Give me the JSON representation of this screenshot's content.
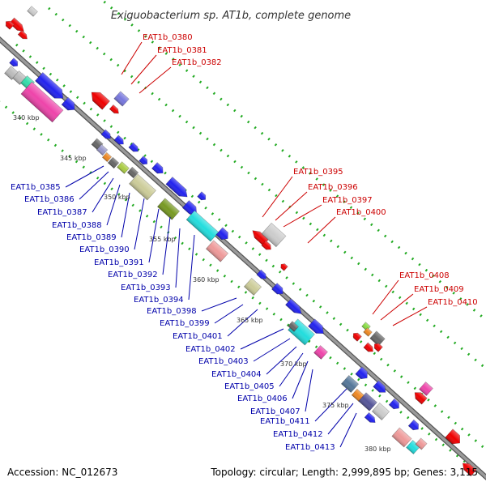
{
  "title": "Exiguobacterium sp. AT1b, complete genome",
  "footer": {
    "accession": "Accession: NC_012673",
    "summary": "Topology: circular; Length: 2,999,895 bp; Genes: 3,115"
  },
  "colors": {
    "backbone": "#888888",
    "forward_label": "#cc0000",
    "reverse_label": "#0000aa",
    "dots": "#22aa22"
  },
  "kbp_ticks": [
    "340 kbp",
    "345 kbp",
    "350 kbp",
    "355 kbp",
    "360 kbp",
    "365 kbp",
    "370 kbp",
    "375 kbp",
    "380 kbp"
  ],
  "top_labels": [
    {
      "id": "EAT1b_0380",
      "color": "#cc0000"
    },
    {
      "id": "EAT1b_0381",
      "color": "#cc0000"
    },
    {
      "id": "EAT1b_0382",
      "color": "#cc0000"
    },
    {
      "id": "EAT1b_0395",
      "color": "#cc0000"
    },
    {
      "id": "EAT1b_0396",
      "color": "#cc0000"
    },
    {
      "id": "EAT1b_0397",
      "color": "#cc0000"
    },
    {
      "id": "EAT1b_0400",
      "color": "#cc0000"
    },
    {
      "id": "EAT1b_0408",
      "color": "#cc0000"
    },
    {
      "id": "EAT1b_0409",
      "color": "#cc0000"
    },
    {
      "id": "EAT1b_0410",
      "color": "#cc0000"
    }
  ],
  "left_labels": [
    {
      "id": "EAT1b_0385",
      "color": "#0000aa"
    },
    {
      "id": "EAT1b_0386",
      "color": "#0000aa"
    },
    {
      "id": "EAT1b_0387",
      "color": "#0000aa"
    },
    {
      "id": "EAT1b_0388",
      "color": "#0000aa"
    },
    {
      "id": "EAT1b_0389",
      "color": "#0000aa"
    },
    {
      "id": "EAT1b_0390",
      "color": "#0000aa"
    },
    {
      "id": "EAT1b_0391",
      "color": "#0000aa"
    },
    {
      "id": "EAT1b_0392",
      "color": "#0000aa"
    },
    {
      "id": "EAT1b_0393",
      "color": "#0000aa"
    },
    {
      "id": "EAT1b_0394",
      "color": "#0000aa"
    },
    {
      "id": "EAT1b_0398",
      "color": "#0000aa"
    },
    {
      "id": "EAT1b_0399",
      "color": "#0000aa"
    },
    {
      "id": "EAT1b_0401",
      "color": "#0000aa"
    },
    {
      "id": "EAT1b_0402",
      "color": "#0000aa"
    },
    {
      "id": "EAT1b_0403",
      "color": "#0000aa"
    },
    {
      "id": "EAT1b_0404",
      "color": "#0000aa"
    },
    {
      "id": "EAT1b_0405",
      "color": "#0000aa"
    },
    {
      "id": "EAT1b_0406",
      "color": "#0000aa"
    },
    {
      "id": "EAT1b_0407",
      "color": "#0000aa"
    },
    {
      "id": "EAT1b_0411",
      "color": "#0000aa"
    },
    {
      "id": "EAT1b_0412",
      "color": "#0000aa"
    },
    {
      "id": "EAT1b_0413",
      "color": "#0000aa"
    }
  ]
}
